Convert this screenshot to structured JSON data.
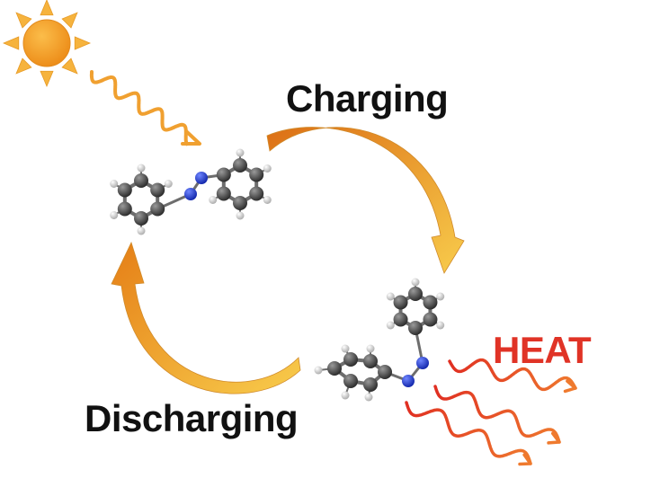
{
  "labels": {
    "charging": "Charging",
    "discharging": "Discharging",
    "heat": "HEAT"
  },
  "icons": {
    "sun": "sun-icon",
    "light": "light-wave-icon",
    "heat_waves": "heat-wave-icon"
  },
  "colors": {
    "sun_core": "#f39a1e",
    "sun_ray": "#f6b33d",
    "light_wave": "#f0a030",
    "arrow_dark": "#e07a1a",
    "arrow_light": "#f7c84a",
    "heat_text": "#e03326",
    "heat_wave": "#e4472a",
    "carbon": "#3c3c3c",
    "hydrogen": "#e6e6e6",
    "nitrogen": "#1e3fd6"
  }
}
